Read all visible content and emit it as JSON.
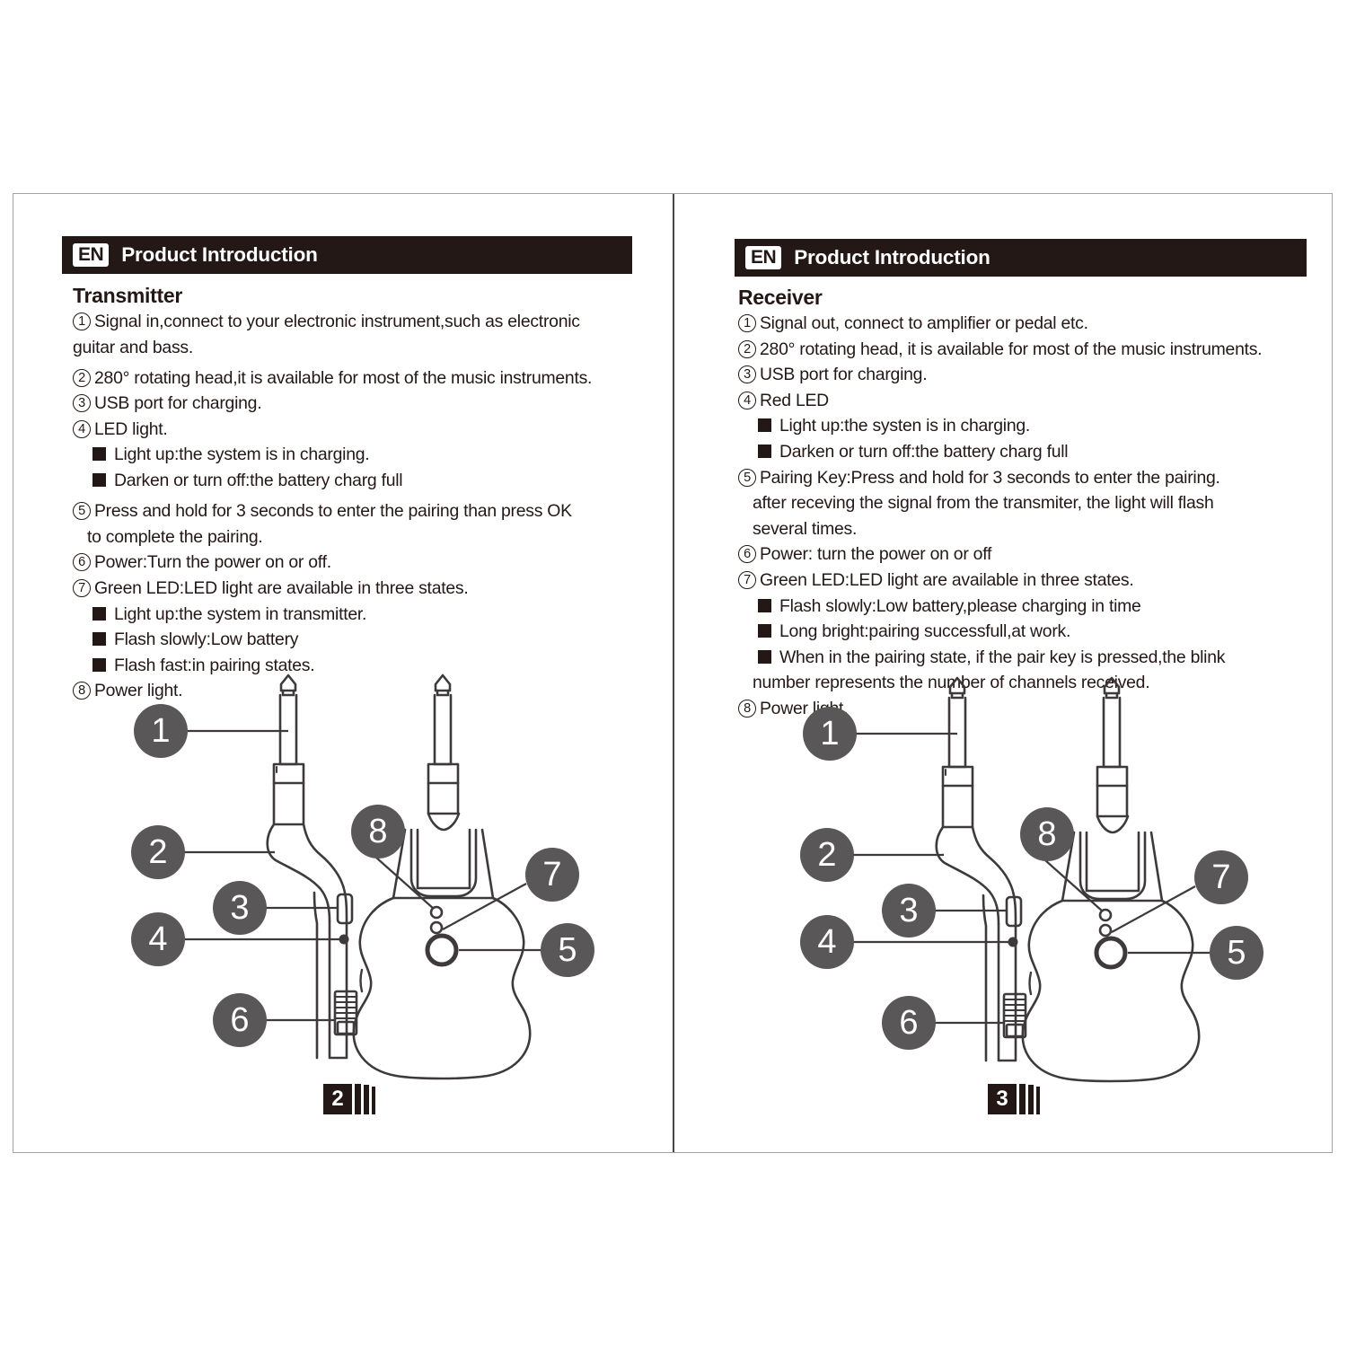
{
  "document": {
    "language_badge": "EN",
    "header_title": "Product Introduction",
    "colors": {
      "header_bar": "#231815",
      "callout_circle": "#595757",
      "page_border": "#a5a0a2",
      "text": "#231815"
    }
  },
  "pages": [
    {
      "page_number": "2",
      "section_title": "Transmitter",
      "lines": [
        {
          "marker": "1",
          "type": "numbered",
          "text": "Signal in,connect to your electronic instrument,such as electronic"
        },
        {
          "marker": "",
          "type": "cont",
          "text": "guitar  and bass."
        },
        {
          "marker": "2",
          "type": "numbered",
          "text": "280°  rotating head,it is available for most of the music instruments."
        },
        {
          "marker": "3",
          "type": "numbered",
          "text": "USB port for charging."
        },
        {
          "marker": "4",
          "type": "numbered",
          "text": "LED light."
        },
        {
          "marker": "",
          "type": "bullet",
          "text": "Light up:the system is in charging."
        },
        {
          "marker": "",
          "type": "bullet",
          "text": "Darken or turn off:the battery charg full"
        },
        {
          "marker": "5",
          "type": "numbered",
          "text": "Press and hold for 3 seconds to enter the pairing than press OK"
        },
        {
          "marker": "",
          "type": "cont2",
          "text": "to complete the pairing."
        },
        {
          "marker": "6",
          "type": "numbered",
          "text": "Power:Turn the power on or off."
        },
        {
          "marker": "7",
          "type": "numbered",
          "text": "Green LED:LED light are available in three states."
        },
        {
          "marker": "",
          "type": "bullet",
          "text": "Light up:the system in transmitter."
        },
        {
          "marker": "",
          "type": "bullet",
          "text": "Flash slowly:Low battery"
        },
        {
          "marker": "",
          "type": "bullet",
          "text": "Flash fast:in pairing states."
        },
        {
          "marker": "8",
          "type": "numbered",
          "text": "Power light."
        }
      ],
      "callouts": [
        "1",
        "2",
        "3",
        "4",
        "5",
        "6",
        "7",
        "8"
      ]
    },
    {
      "page_number": "3",
      "section_title": "Receiver",
      "lines": [
        {
          "marker": "1",
          "type": "numbered",
          "text": "Signal out, connect to amplifier or pedal etc."
        },
        {
          "marker": "2",
          "type": "numbered",
          "text": "280°  rotating head, it is available for most of the music instruments."
        },
        {
          "marker": "3",
          "type": "numbered",
          "text": "USB port for charging."
        },
        {
          "marker": "4",
          "type": "numbered",
          "text": "Red LED"
        },
        {
          "marker": "",
          "type": "bullet",
          "text": "Light up:the systen is in charging."
        },
        {
          "marker": "",
          "type": "bullet",
          "text": "Darken or turn off:the battery charg full"
        },
        {
          "marker": "5",
          "type": "numbered",
          "text": "Pairing Key:Press and hold for 3 seconds to enter the pairing."
        },
        {
          "marker": "",
          "type": "cont2",
          "text": "after receving the signal from the transmiter, the light will flash"
        },
        {
          "marker": "",
          "type": "cont2",
          "text": "several times."
        },
        {
          "marker": "6",
          "type": "numbered",
          "text": "Power: turn the power on or off"
        },
        {
          "marker": "7",
          "type": "numbered",
          "text": "Green LED:LED light are available in three states."
        },
        {
          "marker": "",
          "type": "bullet",
          "text": "Flash slowly:Low battery,please charging in time"
        },
        {
          "marker": "",
          "type": "bullet",
          "text": "Long bright:pairing successfull,at work."
        },
        {
          "marker": "",
          "type": "bullet",
          "text": "When in the pairing state, if the pair key is pressed,the blink"
        },
        {
          "marker": "",
          "type": "cont2",
          "text": "number represents the number of channels received."
        },
        {
          "marker": "8",
          "type": "numbered",
          "text": "Power light."
        }
      ],
      "callouts": [
        "1",
        "2",
        "3",
        "4",
        "5",
        "6",
        "7",
        "8"
      ]
    }
  ]
}
